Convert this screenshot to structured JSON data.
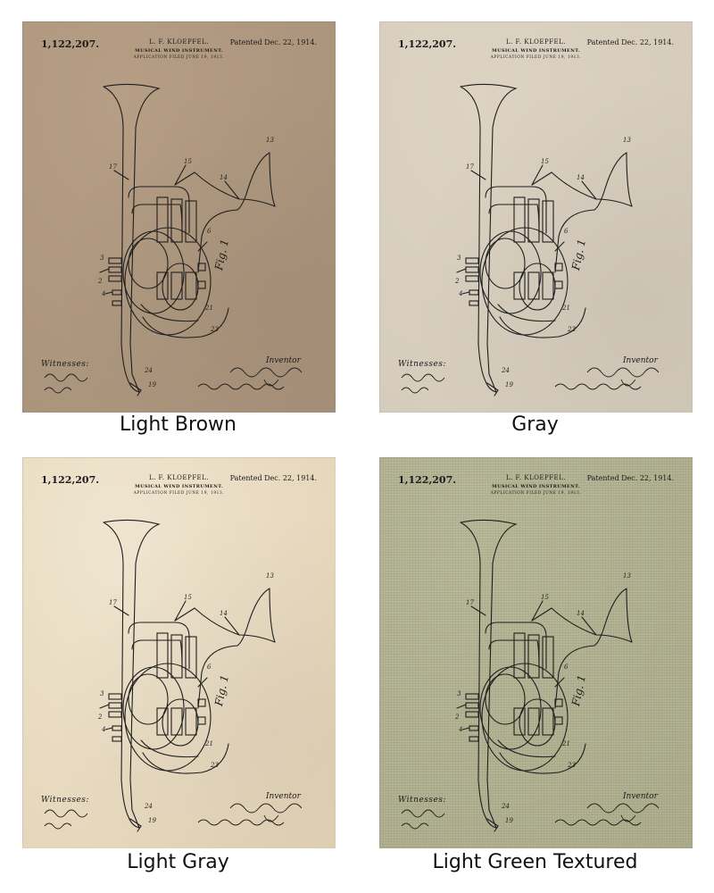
{
  "patent": {
    "number": "1,122,207.",
    "inventor_name": "L. F. KLOEPFEL.",
    "title": "MUSICAL WIND INSTRUMENT.",
    "filed": "APPLICATION FILED JUNE 19, 1913.",
    "patented": "Patented Dec. 22, 1914.",
    "figure": "Fig. 1",
    "witnesses_label": "Witnesses:",
    "inventor_label": "Inventor"
  },
  "variants": [
    {
      "caption": "Light Brown",
      "paper_color": "#b59e84",
      "paper_color_2": "#a8917a"
    },
    {
      "caption": "Gray",
      "paper_color": "#dcd3c3",
      "paper_color_2": "#d3cab9"
    },
    {
      "caption": "Light Gray",
      "paper_color": "#efe5cf",
      "paper_color_2": "#e3d2b5"
    },
    {
      "caption": "Light Green Textured",
      "paper_color": "#b9b99a",
      "paper_color_2": "#afaf8f"
    }
  ]
}
